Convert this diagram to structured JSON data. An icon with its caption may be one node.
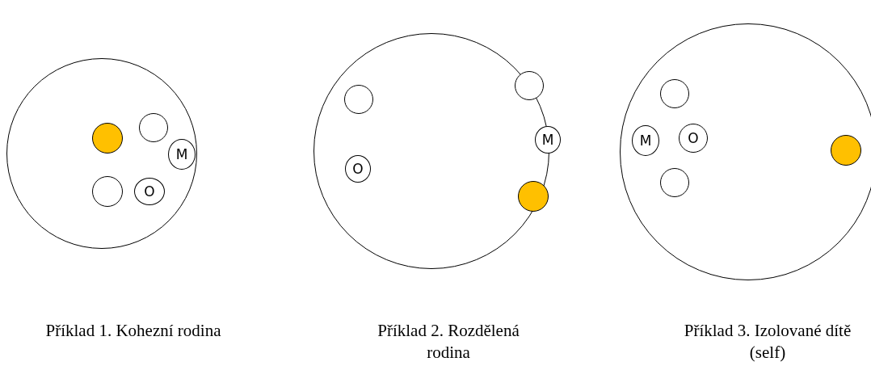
{
  "diagram": {
    "nodes": [
      {
        "text": [],
        "shape": "circle"
      },
      {
        "text": [],
        "shape": "circle",
        "in": 0
      },
      {
        "text": [],
        "shape": "circle",
        "in": 0
      },
      {
        "text": [
          "M"
        ],
        "in": 0
      },
      {
        "text": [],
        "shape": "circle",
        "in": 0
      },
      {
        "text": [
          "O"
        ],
        "in": 0
      },
      {
        "text": [],
        "shape": "circle"
      },
      {
        "text": [],
        "shape": "circle",
        "in": 6
      },
      {
        "text": [],
        "shape": "circle",
        "in": 6
      },
      {
        "text": [
          "M"
        ],
        "in": 6
      },
      {
        "text": [
          "O"
        ],
        "in": 6
      },
      {
        "text": [],
        "shape": "circle",
        "in": 6
      },
      {
        "text": [],
        "shape": "circle"
      },
      {
        "text": [],
        "shape": "circle",
        "in": 12
      },
      {
        "text": [
          "M"
        ],
        "in": 12
      },
      {
        "text": [
          "O"
        ],
        "in": 12
      },
      {
        "text": [],
        "shape": "circle",
        "in": 12
      },
      {
        "text": [],
        "shape": "circle",
        "in": 12
      }
    ],
    "labels": [
      "Příklad 1. Kohezní rodina",
      "Příklad 2. Rozdělená rodina",
      "Příklad 3. Izolované dítě (self)"
    ]
  }
}
